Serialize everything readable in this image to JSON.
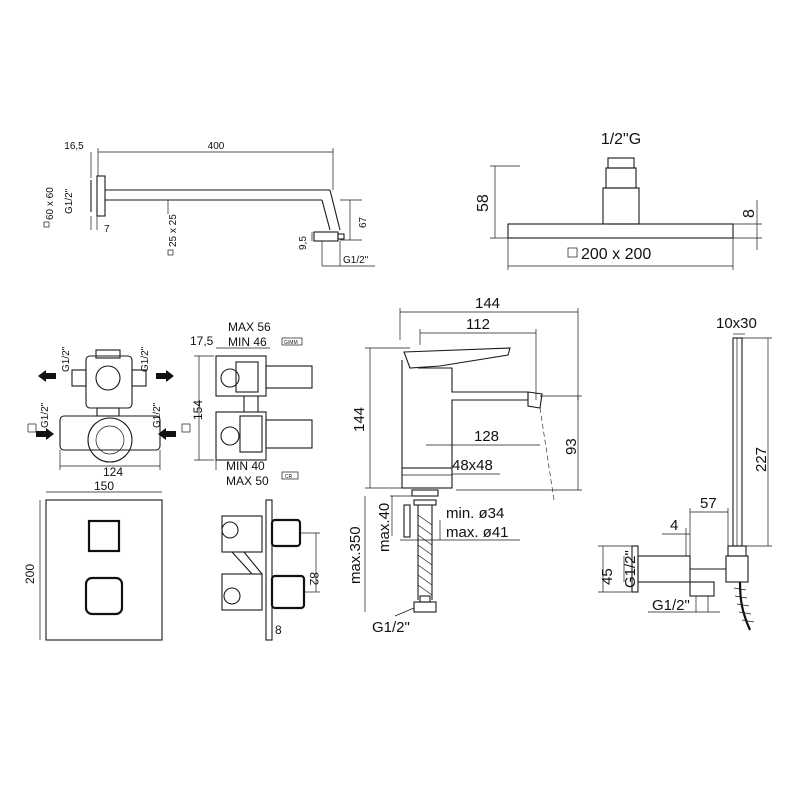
{
  "arm": {
    "top_left": "16,5",
    "length": "400",
    "plate": "60 x 60",
    "thread": "G1/2\"",
    "plate_depth": "7",
    "section": "25 x 25",
    "drop": "67",
    "outlet": "9,5",
    "outlet_thread": "G1/2\""
  },
  "head": {
    "thread": "1/2\"G",
    "height": "58",
    "thickness": "8",
    "size": "200 x 200"
  },
  "valve_front": {
    "thread_tl": "G1/2\"",
    "thread_tr": "G1/2\"",
    "thread_ml": "G1/2\"",
    "thread_mr": "G1/2\"",
    "width_inner": "124",
    "width_outer": "150",
    "height": "200"
  },
  "valve_side": {
    "offset": "17,5",
    "max_top": "MAX 56",
    "min_top": "MIN 46",
    "height": "154",
    "min_bot": "MIN 40",
    "max_bot": "MAX 50",
    "depth": "82",
    "plate": "8",
    "tag_top": "G/MM",
    "tag_bot": "CR"
  },
  "mixer": {
    "width": "144",
    "spout": "112",
    "height": "144",
    "reach": "128",
    "outlet_h": "93",
    "base": "48x48",
    "hose": "max.350",
    "deck": "max.40",
    "hole_min": "min. ø34",
    "hole_max": "max. ø41",
    "thread": "G1/2\""
  },
  "hand": {
    "section": "10x30",
    "length": "227",
    "projection": "57",
    "gap": "4",
    "plate": "45",
    "thread_side": "G1/2\"",
    "thread_bot": "G1/2\""
  }
}
